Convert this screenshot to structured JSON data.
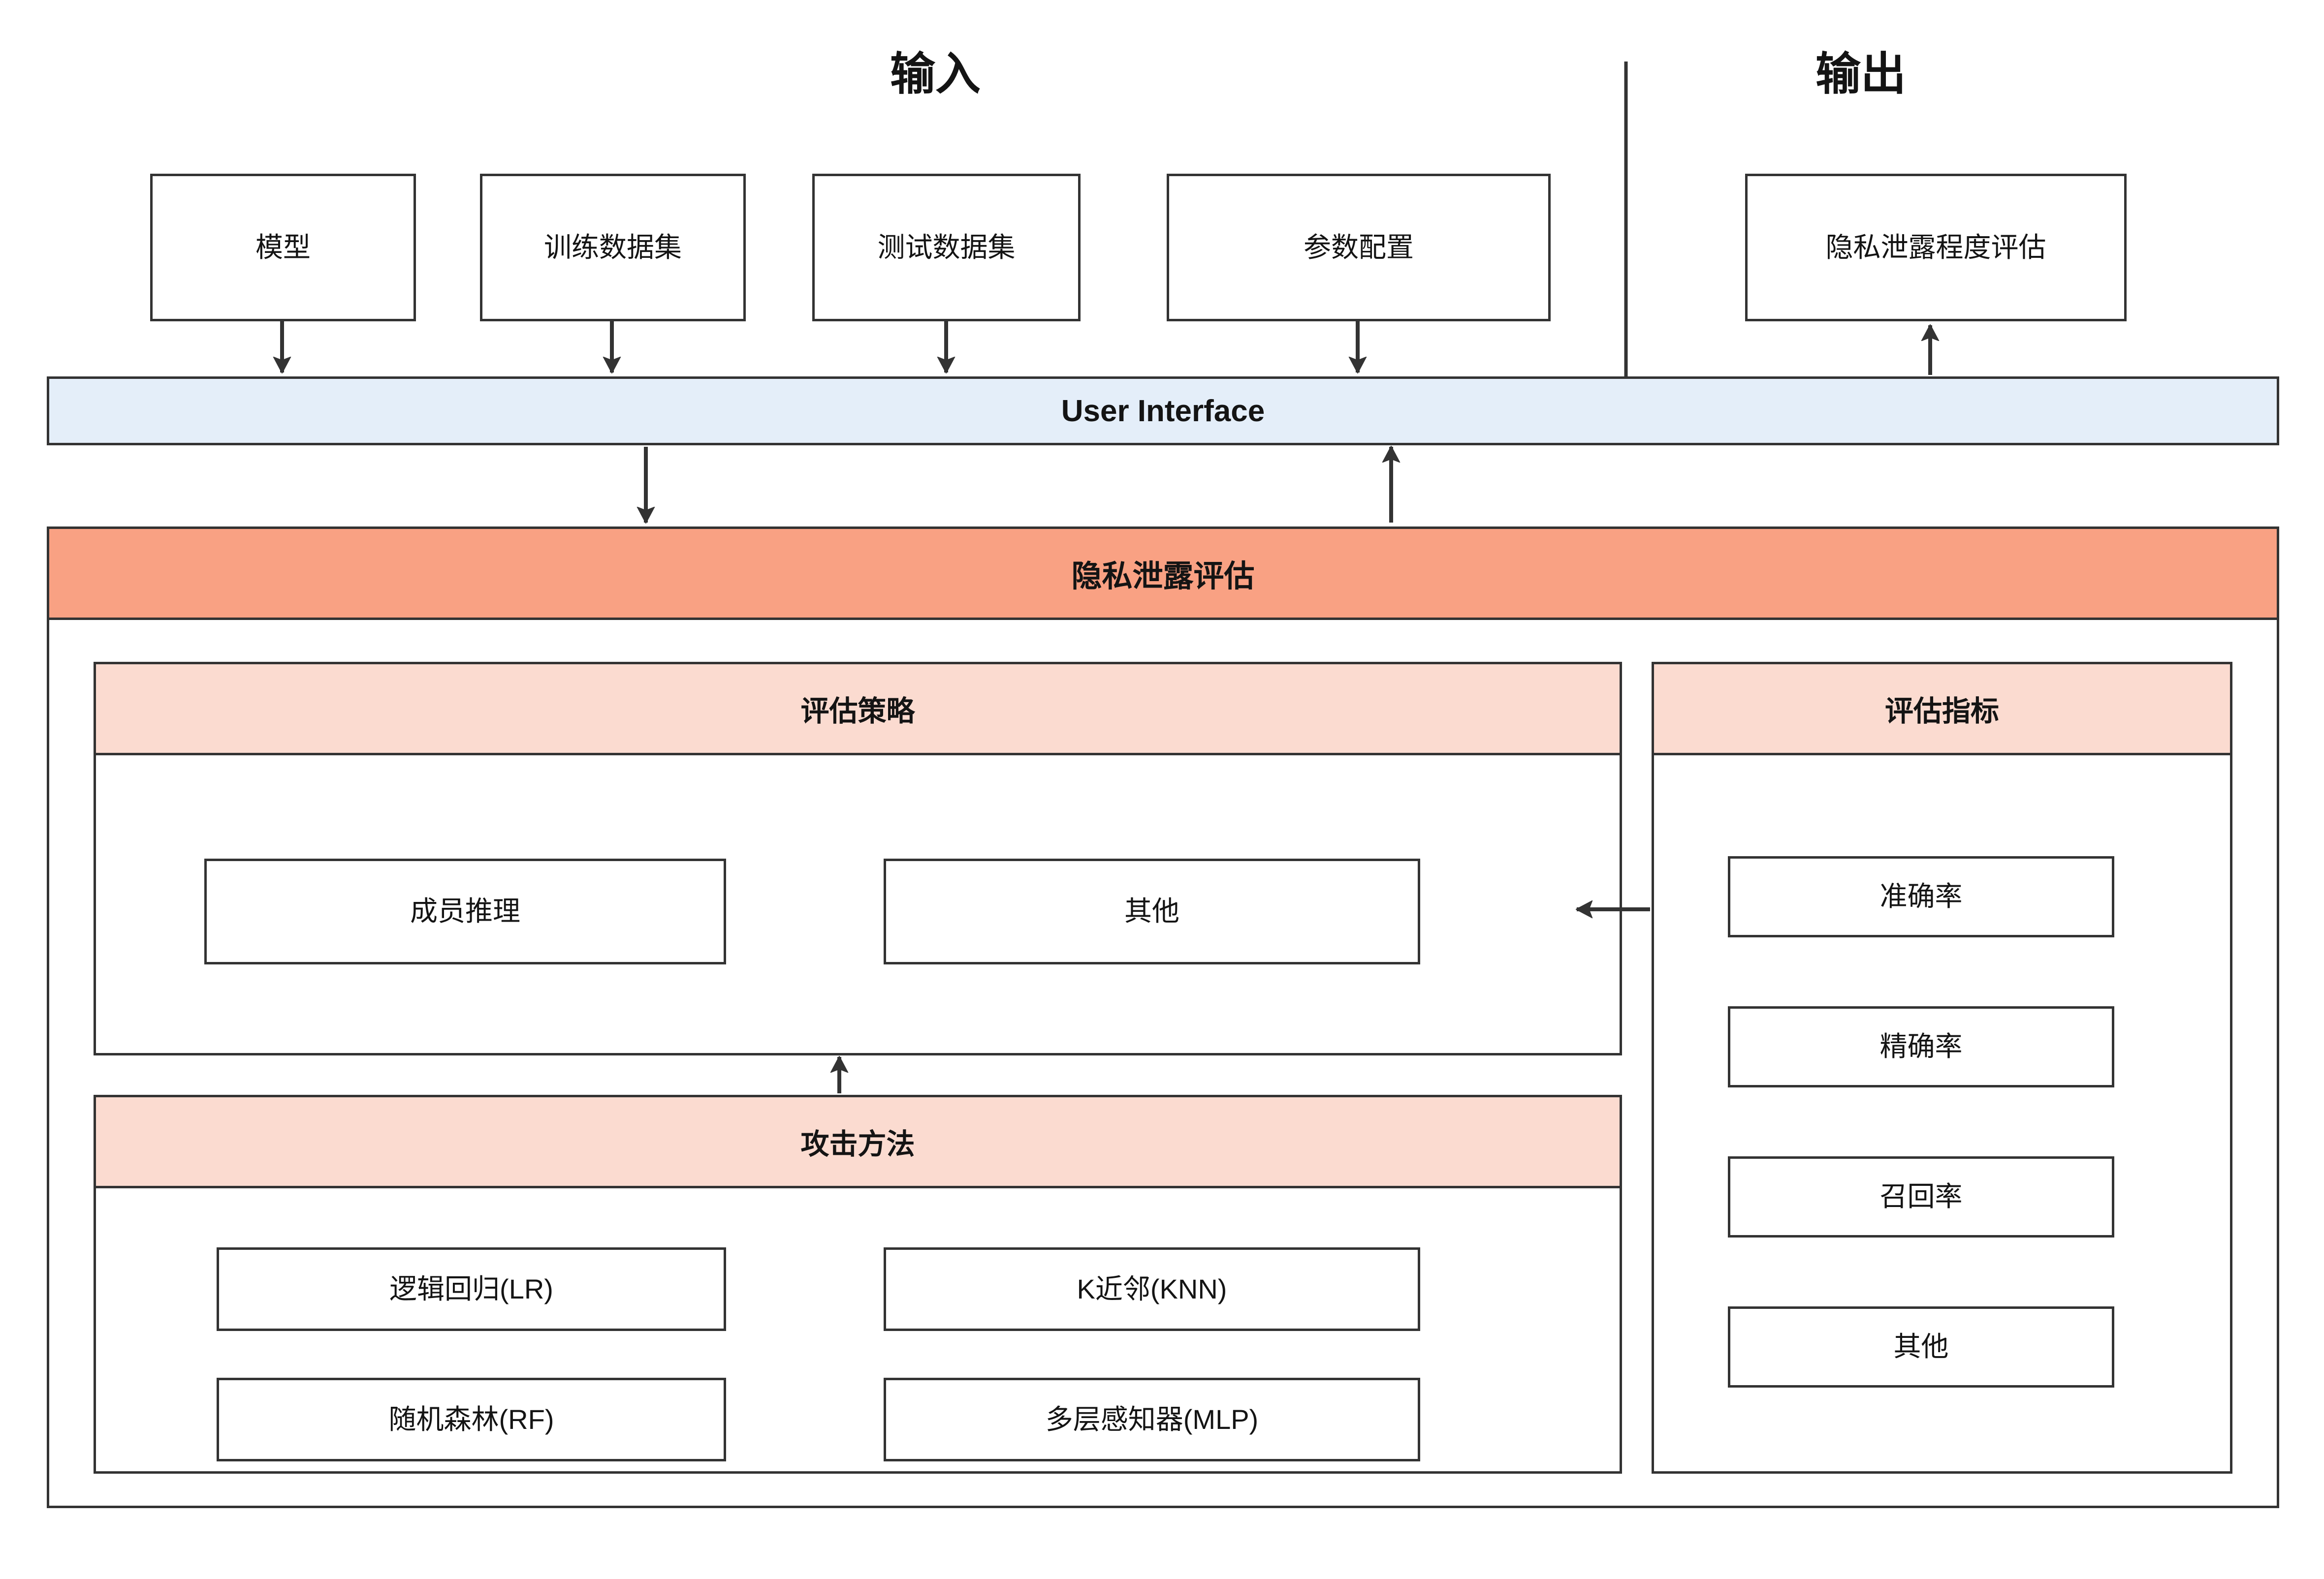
{
  "diagram": {
    "title_input": "输入",
    "title_output": "输出",
    "input_nodes": [
      {
        "label": "模型"
      },
      {
        "label": "训练数据集"
      },
      {
        "label": "测试数据集"
      },
      {
        "label": "参数配置"
      }
    ],
    "output_nodes": [
      {
        "label": "隐私泄露程度评估"
      }
    ],
    "ui_band": {
      "label": "User Interface"
    },
    "main_band": {
      "label": "隐私泄露评估"
    },
    "strategy_panel": {
      "header": "评估策略",
      "items": [
        {
          "label": "成员推理"
        },
        {
          "label": "其他"
        }
      ]
    },
    "attack_panel": {
      "header": "攻击方法",
      "items": [
        {
          "label": "逻辑回归(LR)"
        },
        {
          "label": "K近邻(KNN)"
        },
        {
          "label": "随机森林(RF)"
        },
        {
          "label": "多层感知器(MLP)"
        }
      ]
    },
    "metrics_panel": {
      "header": "评估指标",
      "items": [
        {
          "label": "准确率"
        },
        {
          "label": "精确率"
        },
        {
          "label": "召回率"
        },
        {
          "label": "其他"
        }
      ]
    },
    "colors": {
      "ui_band_fill": "#e4eef9",
      "main_band_fill": "#f9a183",
      "sub_band_fill": "#fbdbd0",
      "stroke": "#333333",
      "background": "#ffffff",
      "text": "#141414"
    }
  }
}
